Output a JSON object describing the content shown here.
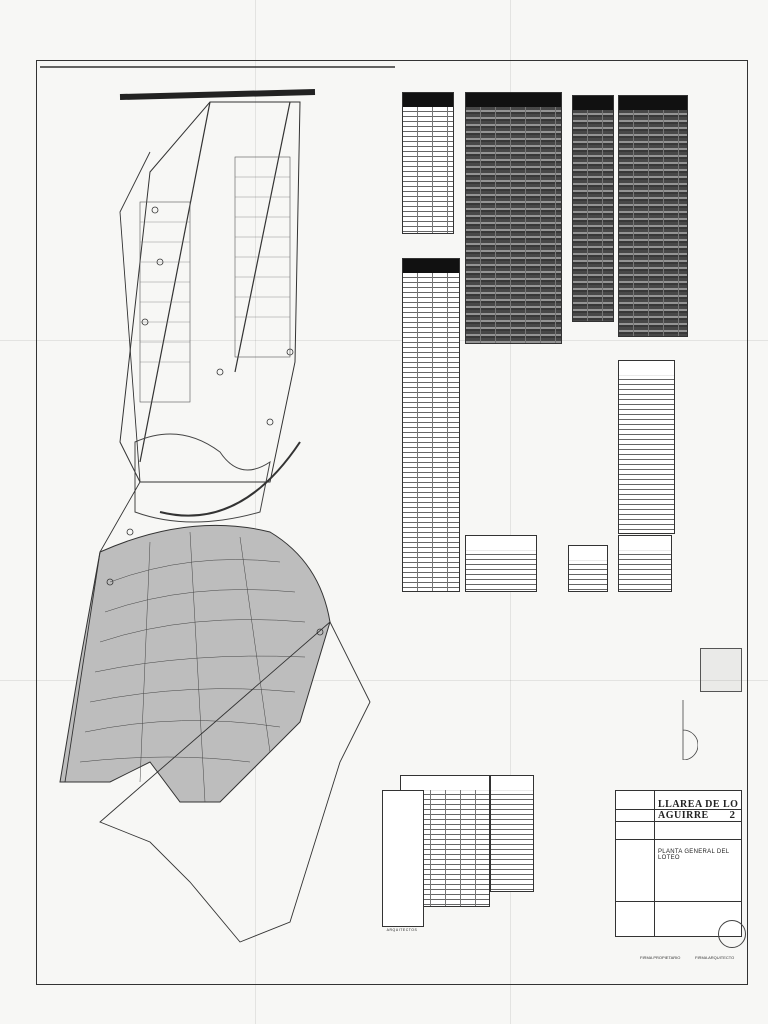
{
  "sheet": {
    "project_title": "LLAREA DE LO AGUIRRE",
    "drawing_title": "PLANTA GENERAL DEL LOTEO",
    "sheet_number": "2"
  },
  "architects": [
    "ARQUITECTOS"
  ],
  "signatures": [
    "FIRMA PROPIETARIO",
    "FIRMA ARQUITECTO"
  ],
  "colors": {
    "ink": "#222222",
    "paper": "#f7f7f5",
    "block_fill": "#555555"
  }
}
